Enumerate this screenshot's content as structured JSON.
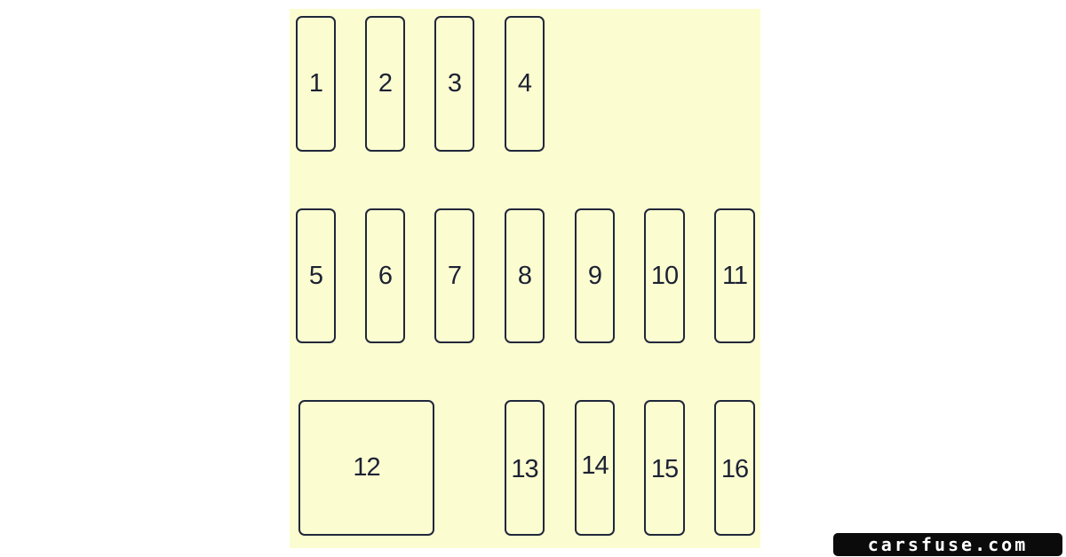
{
  "fuse_box": {
    "fuses": [
      {
        "label": "1"
      },
      {
        "label": "2"
      },
      {
        "label": "3"
      },
      {
        "label": "4"
      },
      {
        "label": "5"
      },
      {
        "label": "6"
      },
      {
        "label": "7"
      },
      {
        "label": "8"
      },
      {
        "label": "9"
      },
      {
        "label": "10"
      },
      {
        "label": "11"
      },
      {
        "label": "12"
      },
      {
        "label": "13"
      },
      {
        "label": "14"
      },
      {
        "label": "15"
      },
      {
        "label": "16"
      }
    ]
  },
  "watermark": {
    "text": "carsfuse.com"
  },
  "colors": {
    "panel_background": "#fcfcd1",
    "outline": "#20273a",
    "logo_background": "#0b0b0b",
    "logo_text": "#ffffff"
  }
}
